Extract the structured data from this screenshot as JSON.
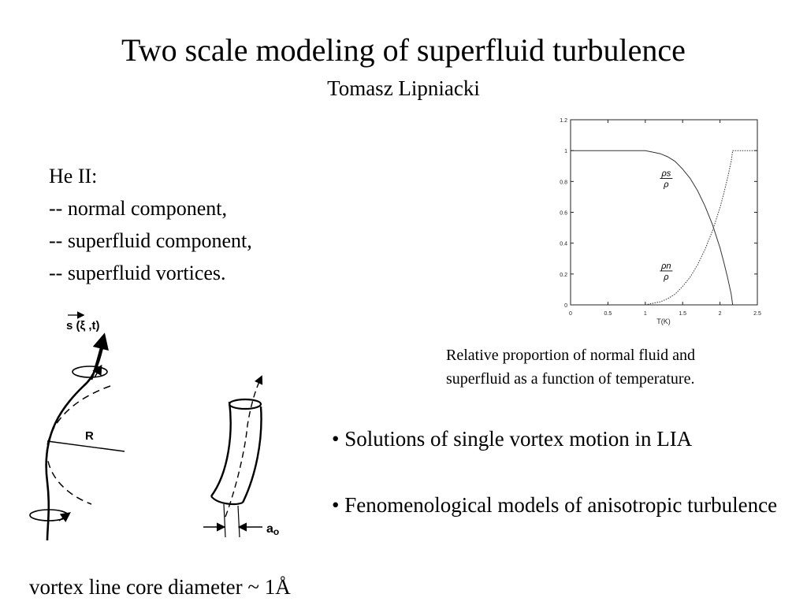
{
  "slide": {
    "title": "Two scale modeling of superfluid turbulence",
    "author": "Tomasz Lipniacki",
    "he_list": [
      "He II:",
      "-- normal component,",
      "-- superfluid component,",
      "-- superfluid vortices."
    ],
    "caption_lines": [
      "Relative proportion of normal fluid and",
      "superfluid as a function of temperature."
    ],
    "bullets": [
      "• Solutions of single vortex motion in LIA",
      "• Fenomenological models of anisotropic turbulence"
    ],
    "footer": "vortex line core diameter ~ 1Å"
  },
  "vortex_figure": {
    "label_s": "s (ξ ,t)",
    "label_R": "R",
    "label_a": "a",
    "label_a_sub": "o"
  },
  "chart_data": {
    "type": "line",
    "xlabel": "T(K)",
    "ylabel": "",
    "xlim": [
      0,
      2.5
    ],
    "ylim": [
      0,
      1.2
    ],
    "xticks": [
      0,
      0.5,
      1,
      1.5,
      2,
      2.5
    ],
    "xtick_labels": [
      "0",
      "0.5",
      "1",
      "1.5",
      "2",
      "2.5"
    ],
    "yticks": [
      0,
      0.2,
      0.4,
      0.6,
      0.8,
      1,
      1.2
    ],
    "ytick_labels": [
      "0",
      "0.2",
      "0.4",
      "0.6",
      "0.8",
      "1",
      "1.2"
    ],
    "grid": false,
    "series": [
      {
        "name": "ρs/ρ",
        "style": "solid",
        "x": [
          0,
          0.5,
          1.0,
          1.1,
          1.2,
          1.3,
          1.4,
          1.5,
          1.6,
          1.7,
          1.8,
          1.9,
          2.0,
          2.05,
          2.1,
          2.15,
          2.17
        ],
        "y": [
          1.0,
          1.0,
          1.0,
          0.99,
          0.98,
          0.96,
          0.93,
          0.88,
          0.82,
          0.74,
          0.64,
          0.52,
          0.37,
          0.28,
          0.18,
          0.07,
          0.0
        ]
      },
      {
        "name": "ρn/ρ",
        "style": "dotted",
        "x": [
          1.0,
          1.1,
          1.2,
          1.3,
          1.4,
          1.5,
          1.6,
          1.7,
          1.8,
          1.9,
          2.0,
          2.05,
          2.1,
          2.15,
          2.17,
          2.2,
          2.5
        ],
        "y": [
          0.0,
          0.01,
          0.02,
          0.04,
          0.07,
          0.12,
          0.18,
          0.26,
          0.36,
          0.48,
          0.63,
          0.72,
          0.82,
          0.93,
          1.0,
          1.0,
          1.0
        ]
      }
    ],
    "annotations": [
      {
        "num": "ρs",
        "den": "ρ",
        "x": 1.28,
        "y": 0.82
      },
      {
        "num": "ρn",
        "den": "ρ",
        "x": 1.28,
        "y": 0.22
      }
    ]
  }
}
